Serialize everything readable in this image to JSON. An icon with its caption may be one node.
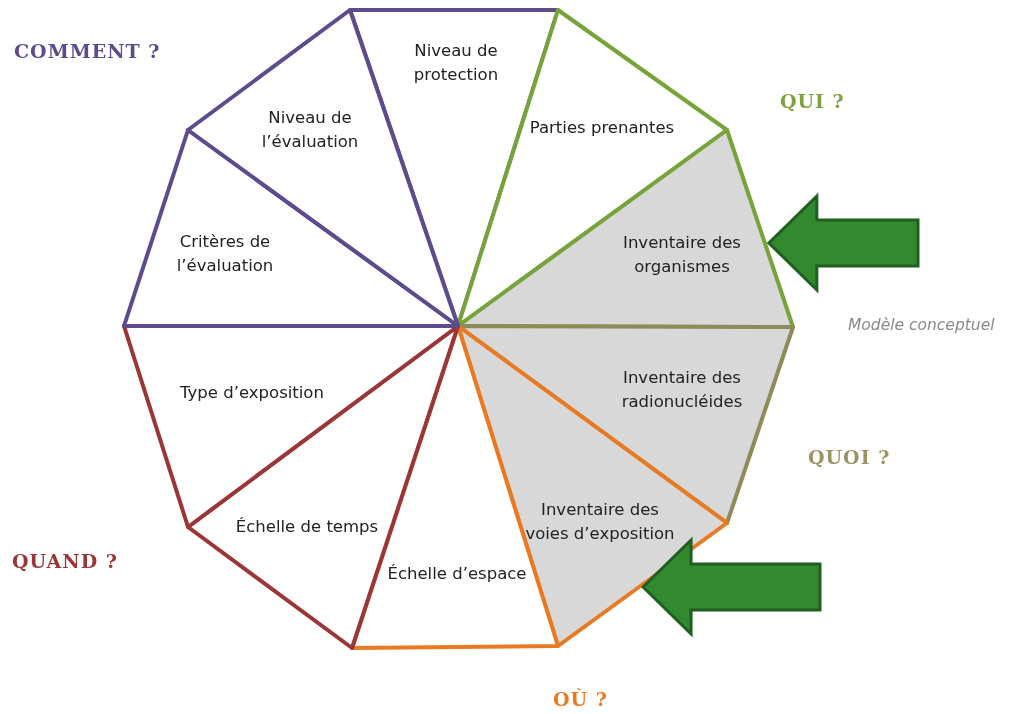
{
  "diagram": {
    "nodes": [
      {
        "text": [
          "Niveau de protection"
        ]
      },
      {
        "text": [
          "Parties prenantes"
        ]
      },
      {
        "text": [
          "Inventaire des organismes"
        ]
      },
      {
        "text": [
          "Inventaire des radionucléides"
        ]
      },
      {
        "text": [
          "Inventaire des voies d’exposition"
        ]
      },
      {
        "text": [
          "Échelle d’espace"
        ]
      },
      {
        "text": [
          "Échelle de temps"
        ]
      },
      {
        "text": [
          "Type d’exposition"
        ]
      },
      {
        "text": [
          "Critères de l’évaluation"
        ]
      },
      {
        "text": [
          "Niveau de l’évaluation"
        ]
      }
    ],
    "edges": [
      {
        "from": null,
        "to": 2,
        "arrow": "to",
        "style": "thick"
      },
      {
        "from": null,
        "to": 4,
        "arrow": "to",
        "style": "thick"
      }
    ],
    "labels": [
      "COMMENT ?",
      "QUI ?",
      "Modèle conceptuel",
      "QUOI ?",
      "QUAND ?",
      "OÙ ?"
    ]
  }
}
